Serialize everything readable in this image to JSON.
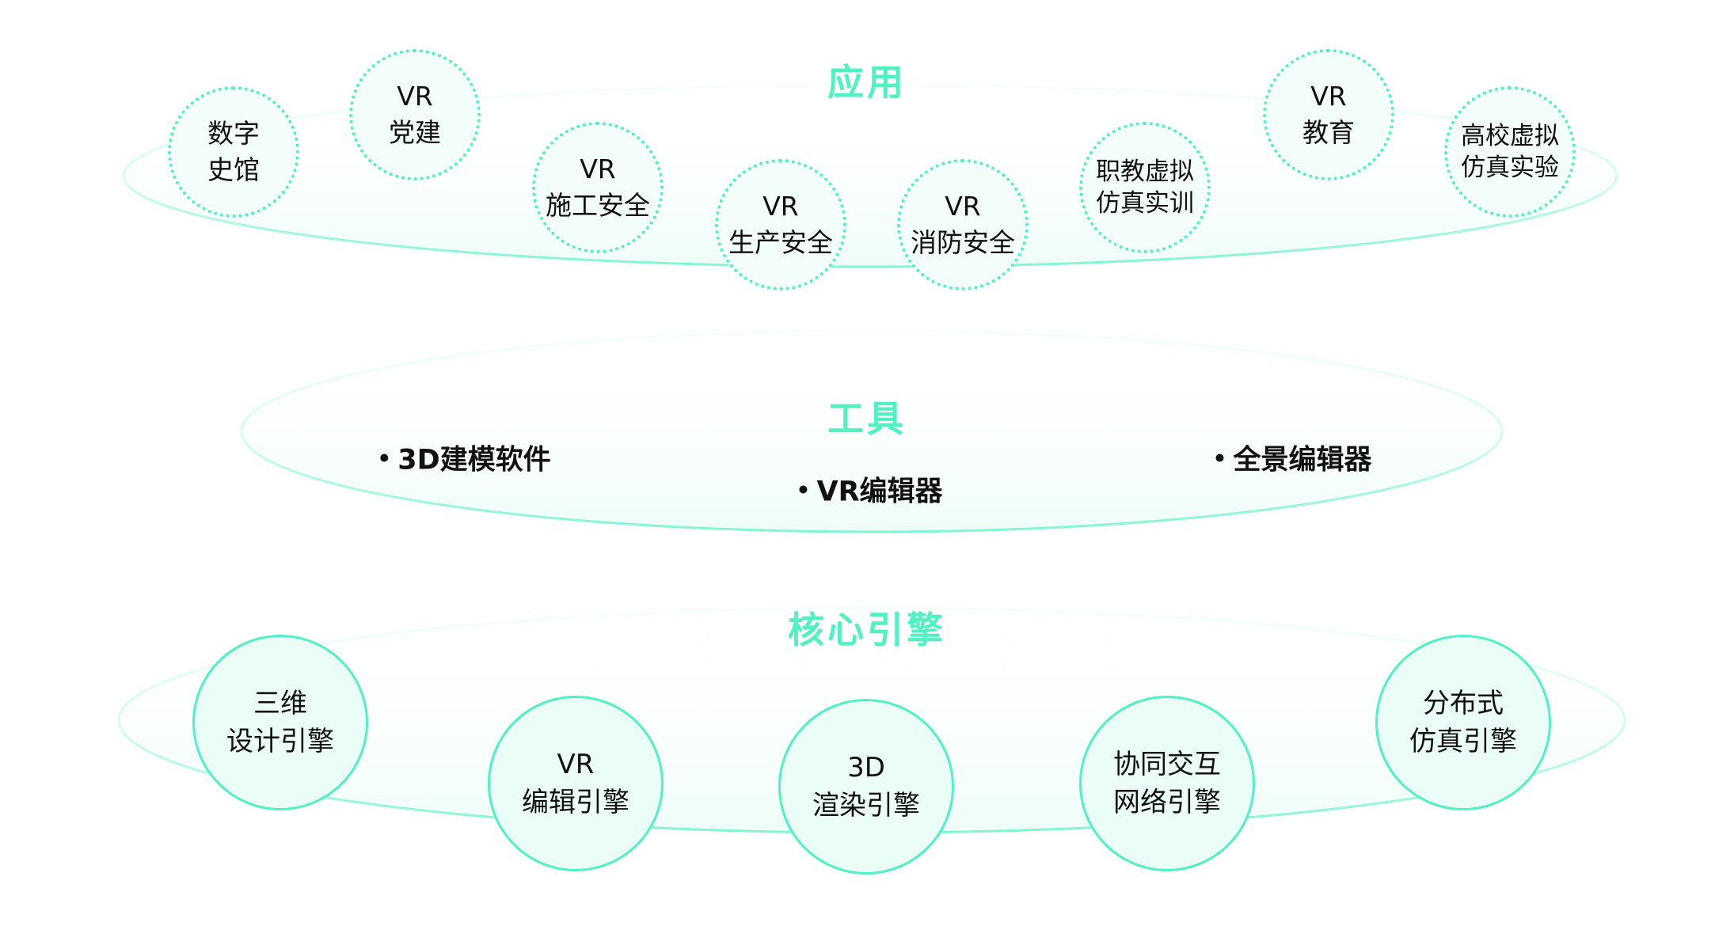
{
  "colors": {
    "accent": "#4ff2c0",
    "node_fill": "#ebfdf7",
    "text": "#111111"
  },
  "layers": {
    "application": {
      "title": "应用",
      "items": [
        {
          "line1": "数字",
          "line2": "史馆"
        },
        {
          "line1": "VR",
          "line2": "党建"
        },
        {
          "line1": "VR",
          "line2": "施工安全"
        },
        {
          "line1": "VR",
          "line2": "生产安全"
        },
        {
          "line1": "VR",
          "line2": "消防安全"
        },
        {
          "line1": "职教虚拟",
          "line2": "仿真实训"
        },
        {
          "line1": "VR",
          "line2": "教育"
        },
        {
          "line1": "高校虚拟",
          "line2": "仿真实验"
        }
      ]
    },
    "tools": {
      "title": "工具",
      "items": [
        "3D建模软件",
        "VR编辑器",
        "全景编辑器"
      ]
    },
    "core": {
      "title": "核心引擎",
      "items": [
        {
          "line1": "三维",
          "line2": "设计引擎"
        },
        {
          "line1": "VR",
          "line2": "编辑引擎"
        },
        {
          "line1": "3D",
          "line2": "渲染引擎"
        },
        {
          "line1": "协同交互",
          "line2": "网络引擎"
        },
        {
          "line1": "分布式",
          "line2": "仿真引擎"
        }
      ]
    }
  }
}
